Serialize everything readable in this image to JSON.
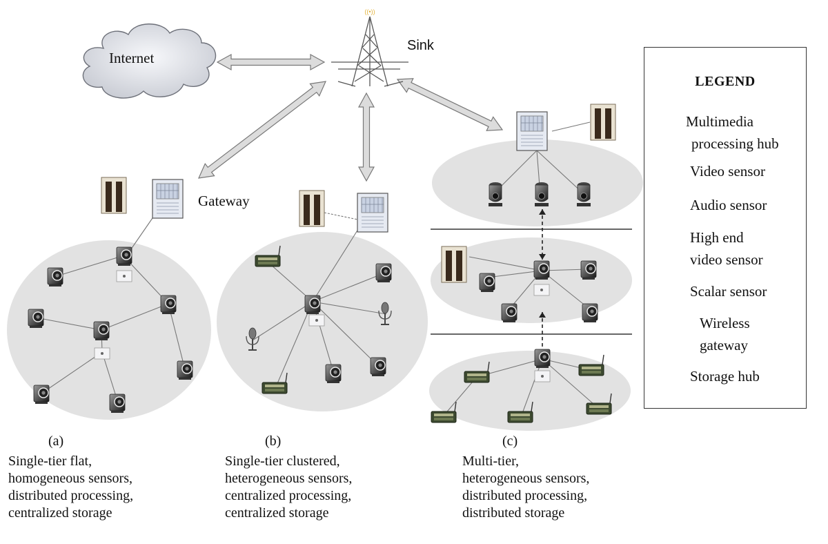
{
  "labels": {
    "internet": "Internet",
    "sink": "Sink",
    "gateway": "Gateway"
  },
  "legend": {
    "title": "LEGEND",
    "items": [
      {
        "icon": "multimedia-processing-hub-icon",
        "lines": [
          "Multimedia",
          "processing hub"
        ]
      },
      {
        "icon": "video-sensor-icon",
        "lines": [
          "Video sensor"
        ]
      },
      {
        "icon": "audio-sensor-icon",
        "lines": [
          "Audio sensor"
        ]
      },
      {
        "icon": "high-end-video-sensor-icon",
        "lines": [
          "High end",
          "video sensor"
        ]
      },
      {
        "icon": "scalar-sensor-icon",
        "lines": [
          "Scalar sensor"
        ]
      },
      {
        "icon": "wireless-gateway-icon",
        "lines": [
          "Wireless",
          "gateway"
        ]
      },
      {
        "icon": "storage-hub-icon",
        "lines": [
          "Storage hub"
        ]
      }
    ]
  },
  "captions": {
    "a": {
      "tag": "(a)",
      "lines": [
        "Single-tier flat,",
        "homogeneous sensors,",
        "distributed processing,",
        "centralized storage"
      ]
    },
    "b": {
      "tag": "(b)",
      "lines": [
        "Single-tier clustered,",
        "heterogeneous sensors,",
        "centralized processing,",
        "centralized storage"
      ]
    },
    "c": {
      "tag": "(c)",
      "lines": [
        "Multi-tier,",
        "heterogeneous sensors,",
        "distributed processing,",
        "distributed storage"
      ]
    }
  },
  "colors": {
    "cluster_fill": "#e2e2e2",
    "arrow_fill": "#dcdcdc",
    "arrow_stroke": "#777777",
    "storage_dark": "#3a2a1c",
    "gateway_fill": "#e6eaf2"
  }
}
